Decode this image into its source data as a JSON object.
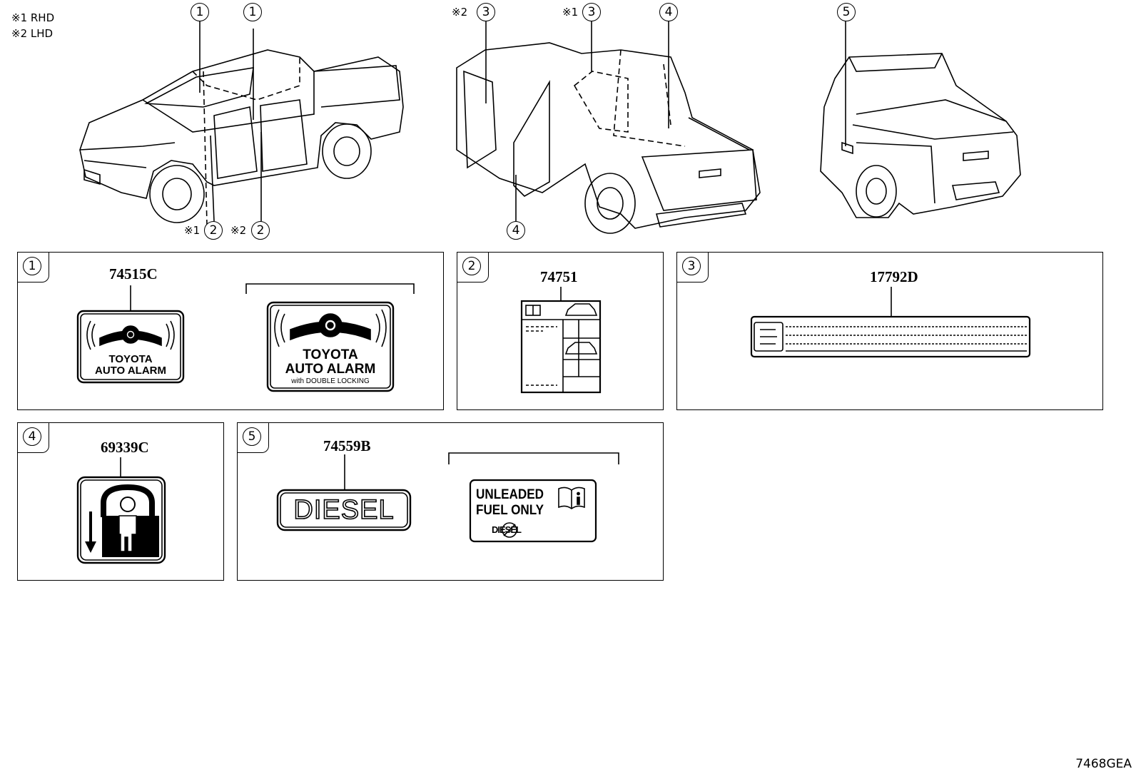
{
  "legend": {
    "line1": "※1 RHD",
    "line2": "※2 LHD"
  },
  "callouts": {
    "c1": "1",
    "c2": "2",
    "c3": "3",
    "c4": "4",
    "c5": "5"
  },
  "notes": {
    "rhd": "※1",
    "lhd": "※2"
  },
  "panels": {
    "p1": {
      "num": "1",
      "code": "74515C",
      "label_a_line1": "TOYOTA",
      "label_a_line2": "AUTO ALARM",
      "label_b_line1": "TOYOTA",
      "label_b_line2": "AUTO ALARM",
      "label_b_line3": "with DOUBLE LOCKING"
    },
    "p2": {
      "num": "2",
      "code": "74751"
    },
    "p3": {
      "num": "3",
      "code": "17792D"
    },
    "p4": {
      "num": "4",
      "code": "69339C"
    },
    "p5": {
      "num": "5",
      "code": "74559B",
      "label_a": "DIESEL",
      "label_b_line1": "UNLEADED",
      "label_b_line2": "FUEL ONLY",
      "label_b_line3": "DIESEL"
    }
  },
  "document_id": "7468GEA"
}
